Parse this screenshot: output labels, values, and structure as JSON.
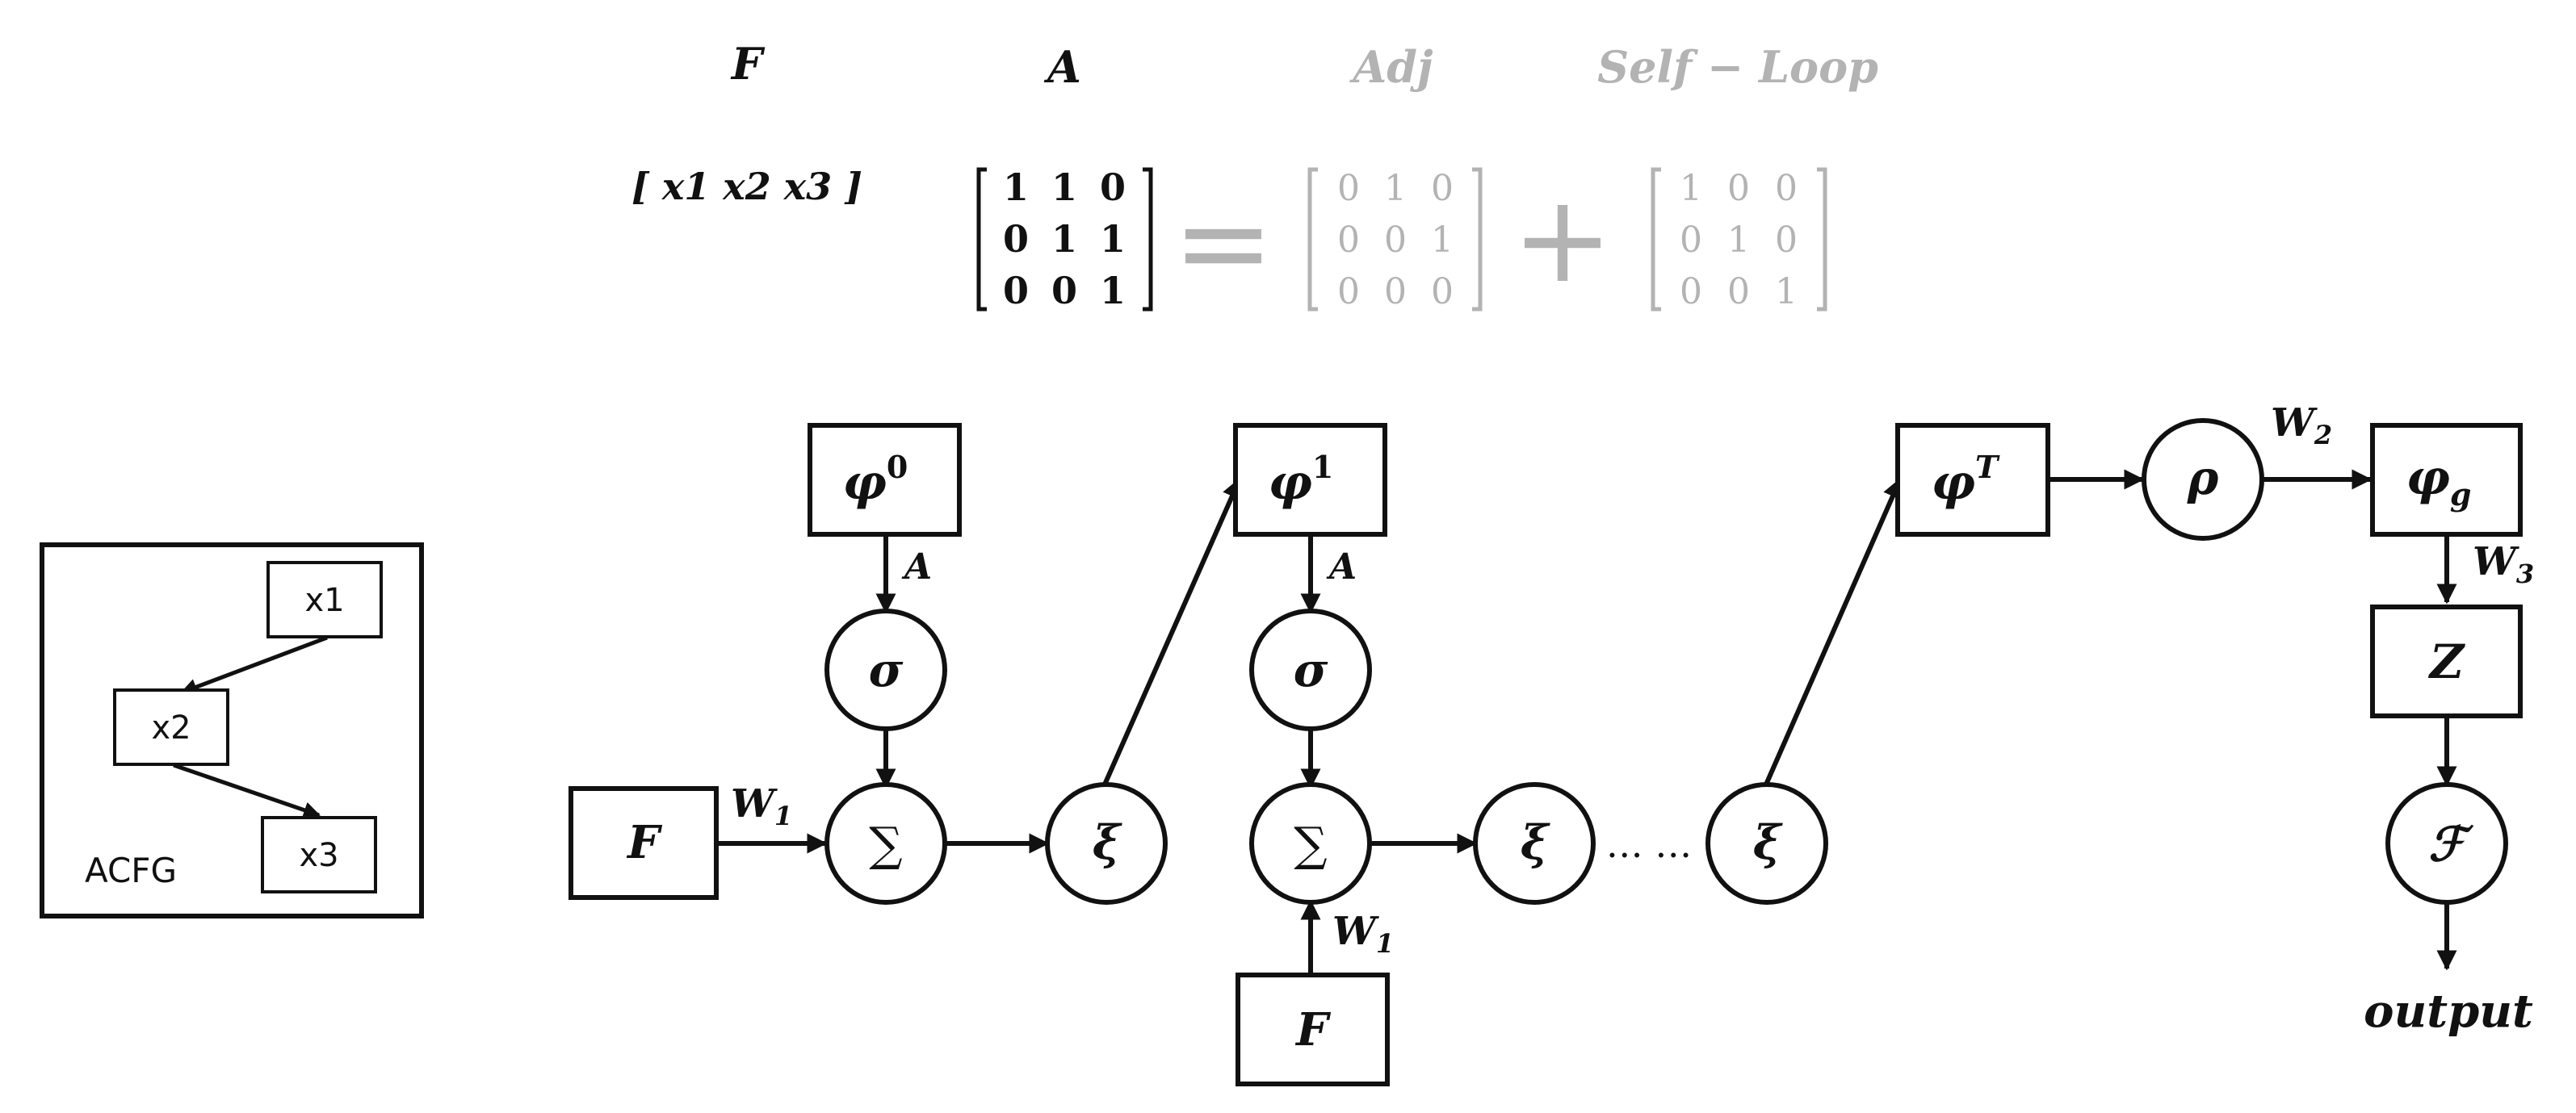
{
  "header": {
    "F_label": "F",
    "A_label": "A",
    "adj_label": "Adj",
    "selfloop_label": "Self − Loop",
    "feature_vector": "[ x1 x2 x3 ]",
    "eq_sign": "=",
    "plus_sign": "+"
  },
  "matrices": {
    "A": [
      [
        "1",
        "1",
        "0"
      ],
      [
        "0",
        "1",
        "1"
      ],
      [
        "0",
        "0",
        "1"
      ]
    ],
    "Adj": [
      [
        "0",
        "1",
        "0"
      ],
      [
        "0",
        "0",
        "1"
      ],
      [
        "0",
        "0",
        "0"
      ]
    ],
    "SelfLoop": [
      [
        "1",
        "0",
        "0"
      ],
      [
        "0",
        "1",
        "0"
      ],
      [
        "0",
        "0",
        "1"
      ]
    ]
  },
  "acfg": {
    "caption": "ACFG",
    "nodes": [
      "x1",
      "x2",
      "x3"
    ]
  },
  "nodes": {
    "F_in": "F",
    "phi0": "φ",
    "phi0_sup": "0",
    "sigma1": "σ",
    "sum1": "∑",
    "xi1": "ξ",
    "phi1": "φ",
    "phi1_sup": "1",
    "sigma2": "σ",
    "sum2": "∑",
    "F_bottom": "F",
    "xi2": "ξ",
    "ellipsis": "… …",
    "xi3": "ξ",
    "phiT": "φ",
    "phiT_sup": "T",
    "rho": "ρ",
    "phig": "φ",
    "phig_sub": "g",
    "Z": "Z",
    "calF": "ℱ",
    "output": "output"
  },
  "edge_labels": {
    "A1": "A",
    "A2": "A",
    "W1a": "W",
    "W1a_sub": "1",
    "W1b": "W",
    "W1b_sub": "1",
    "W2": "W",
    "W2_sub": "2",
    "W3": "W",
    "W3_sub": "3"
  }
}
